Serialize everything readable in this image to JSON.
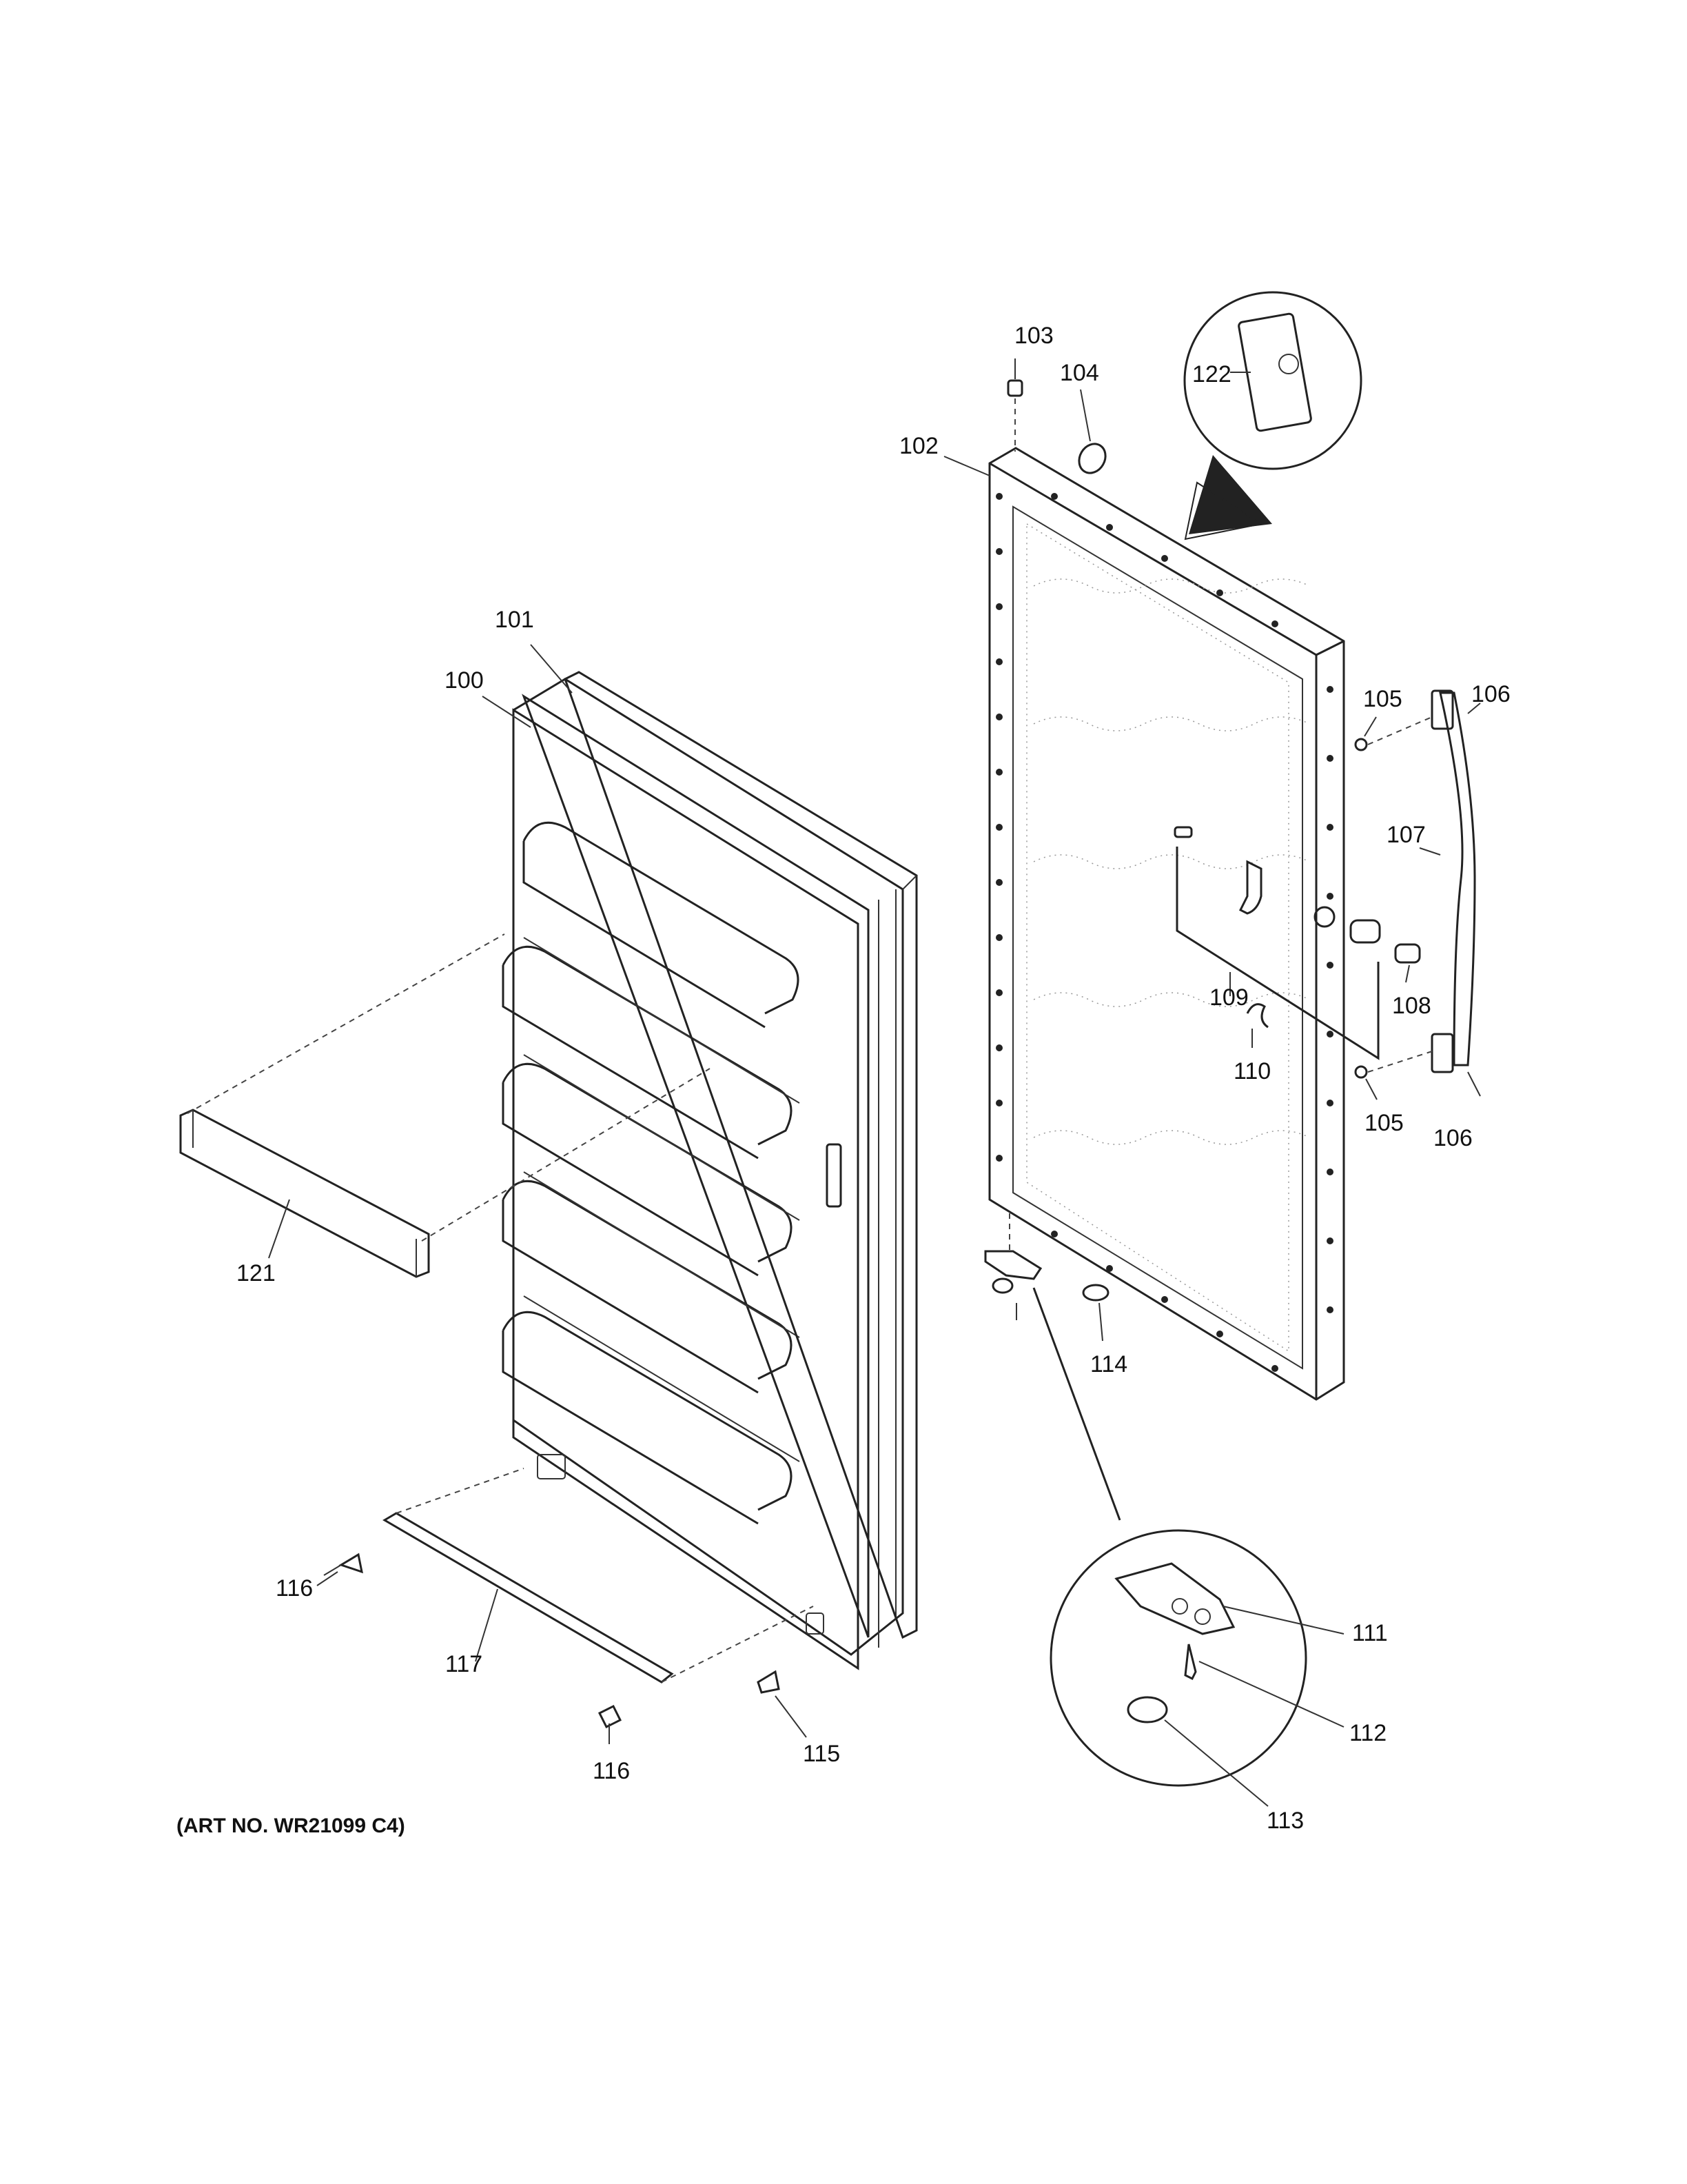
{
  "art_number": "(ART NO. WR21099 C4)",
  "callouts": [
    {
      "id": "c100",
      "label": "100"
    },
    {
      "id": "c101",
      "label": "101"
    },
    {
      "id": "c102",
      "label": "102"
    },
    {
      "id": "c103",
      "label": "103"
    },
    {
      "id": "c104",
      "label": "104"
    },
    {
      "id": "c105a",
      "label": "105"
    },
    {
      "id": "c105b",
      "label": "105"
    },
    {
      "id": "c106a",
      "label": "106"
    },
    {
      "id": "c106b",
      "label": "106"
    },
    {
      "id": "c107",
      "label": "107"
    },
    {
      "id": "c108",
      "label": "108"
    },
    {
      "id": "c109",
      "label": "109"
    },
    {
      "id": "c110",
      "label": "110"
    },
    {
      "id": "c111",
      "label": "111"
    },
    {
      "id": "c112",
      "label": "112"
    },
    {
      "id": "c113",
      "label": "113"
    },
    {
      "id": "c114",
      "label": "114"
    },
    {
      "id": "c115",
      "label": "115"
    },
    {
      "id": "c116a",
      "label": "116"
    },
    {
      "id": "c116b",
      "label": "116"
    },
    {
      "id": "c117",
      "label": "117"
    },
    {
      "id": "c121",
      "label": "121"
    },
    {
      "id": "c122",
      "label": "122"
    }
  ]
}
